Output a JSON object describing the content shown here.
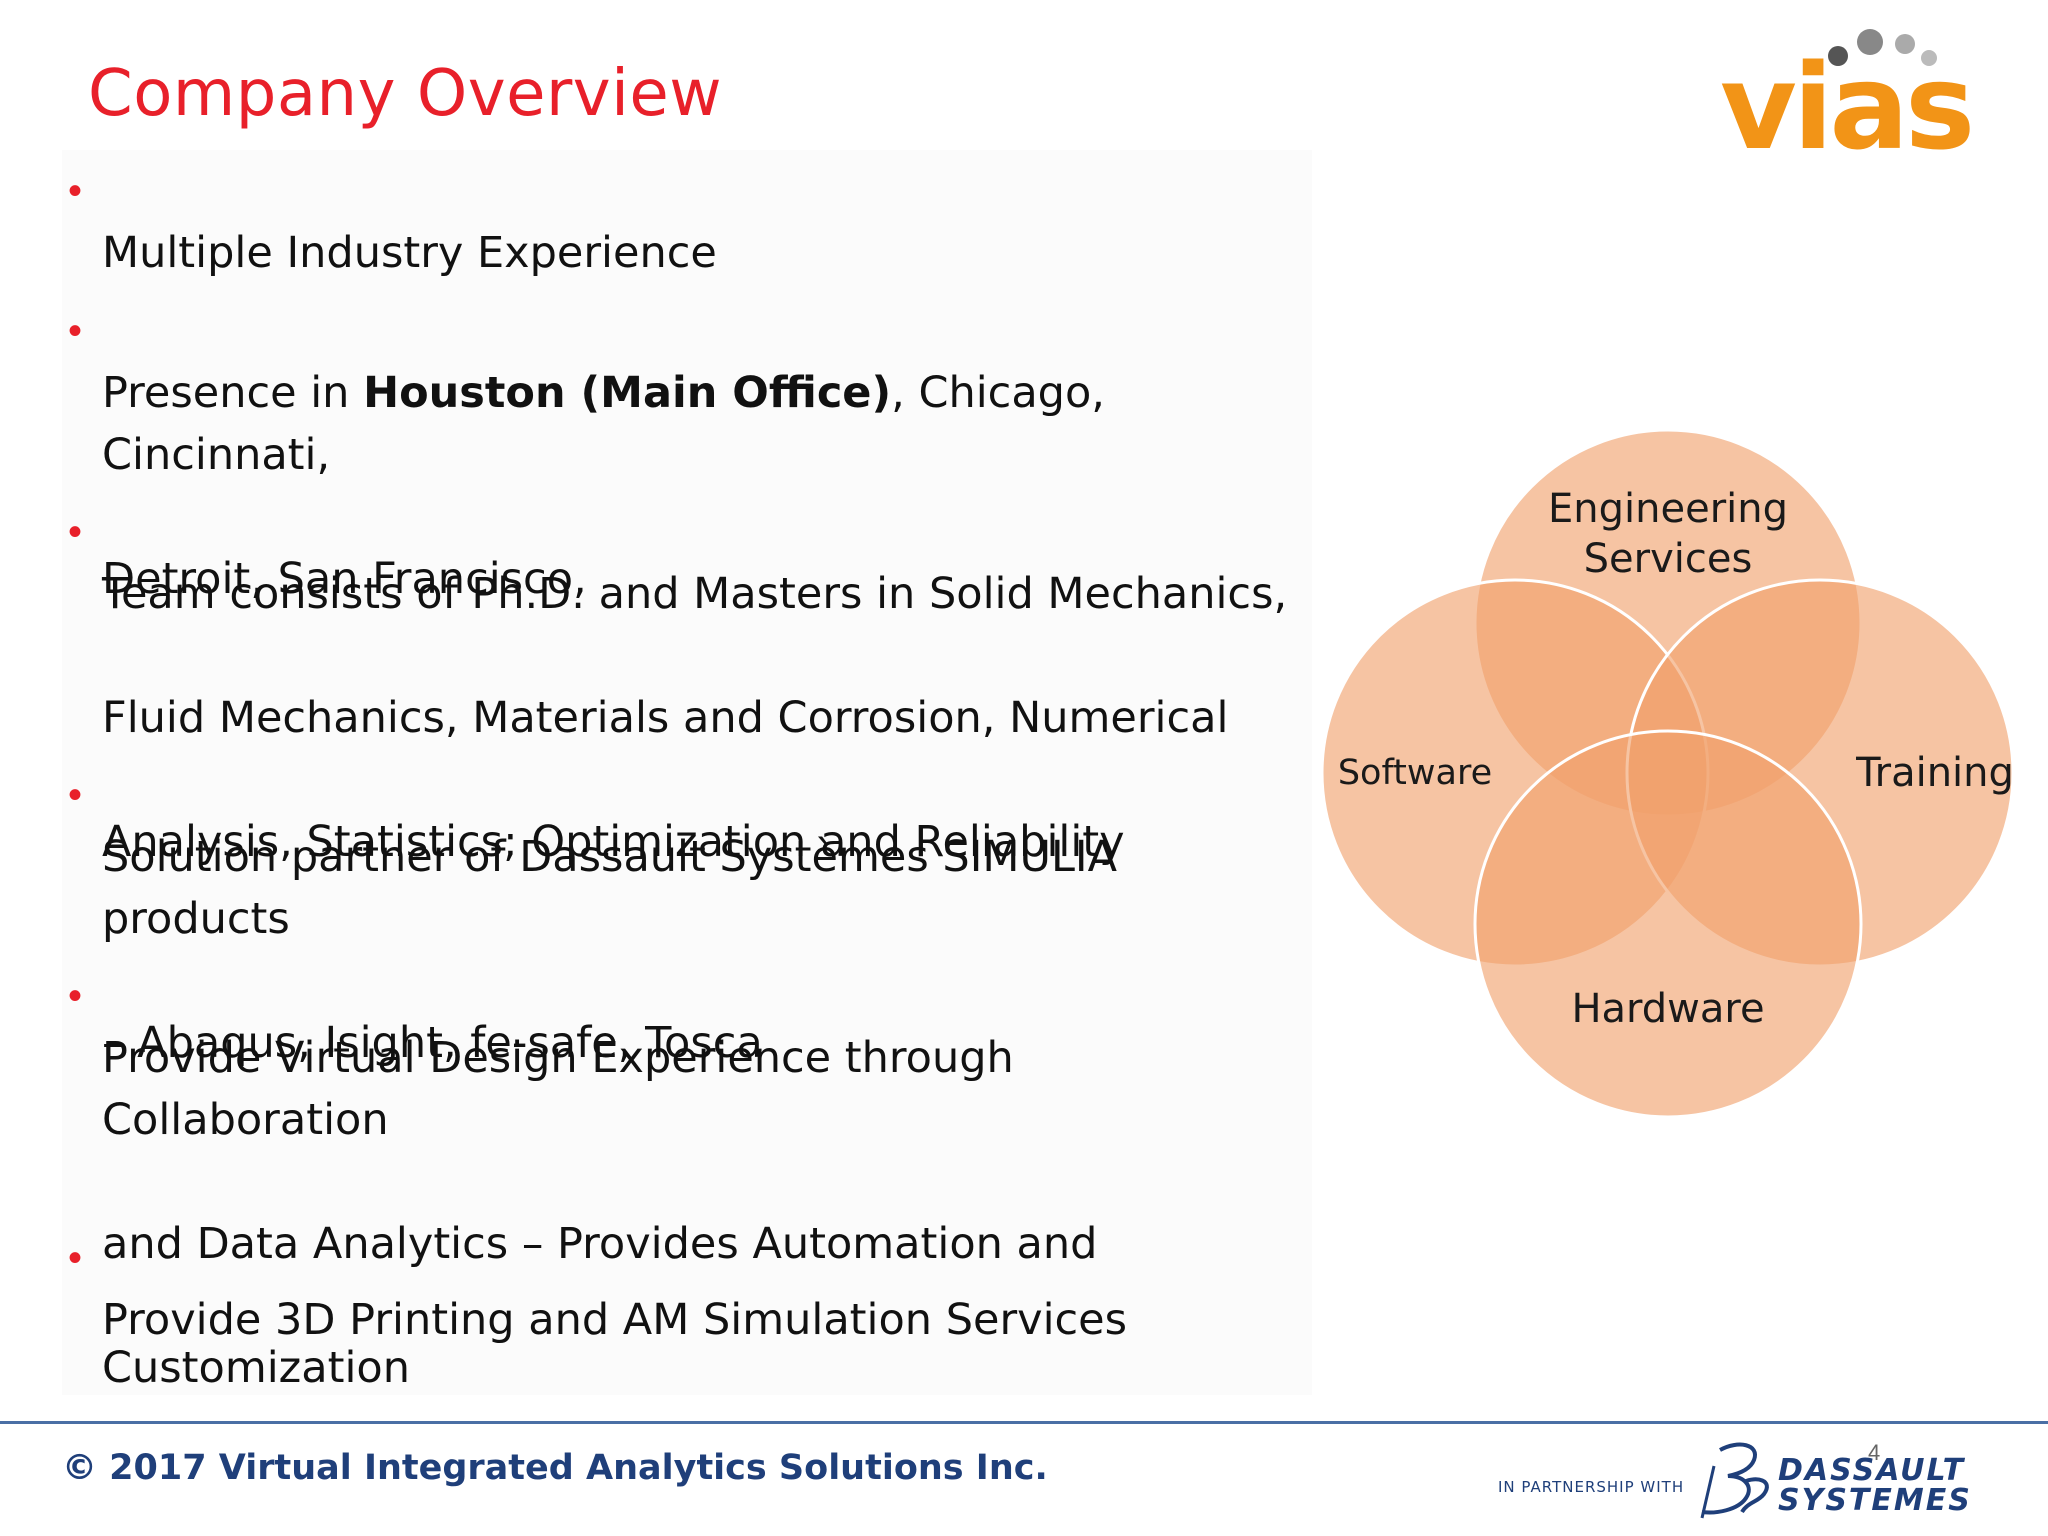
{
  "slide": {
    "title": "Company Overview",
    "bullets": [
      {
        "lines": [
          [
            {
              "text": "Multiple Industry Experience"
            }
          ]
        ]
      },
      {
        "lines": [
          [
            {
              "text": "Presence in "
            },
            {
              "text": "Houston (Main Office)",
              "bold": true
            },
            {
              "text": ", Chicago, Cincinnati,"
            }
          ],
          [
            {
              "text": "Detroit, San Francisco,"
            }
          ]
        ]
      },
      {
        "lines": [
          [
            {
              "text": "Team consists of Ph.D. and Masters in Solid Mechanics,"
            }
          ],
          [
            {
              "text": "Fluid Mechanics, Materials and Corrosion, Numerical"
            }
          ],
          [
            {
              "text": "Analysis, Statistics; Optimization and Reliability"
            }
          ]
        ]
      },
      {
        "lines": [
          [
            {
              "text": "Solution partner of Dassault Systèmes SIMULIA products"
            }
          ],
          [
            {
              "text": "– Abaqus, Isight, fe-safe, Tosca"
            }
          ]
        ]
      },
      {
        "lines": [
          [
            {
              "text": "Provide Virtual Design Experience through Collaboration"
            }
          ],
          [
            {
              "text": "and Data Analytics – Provides Automation and"
            }
          ],
          [
            {
              "text": "Customization"
            }
          ]
        ]
      },
      {
        "lines": [
          [
            {
              "text": "Provide 3D Printing and AM Simulation Services"
            }
          ]
        ]
      }
    ]
  },
  "logo": {
    "text": "vias",
    "color": "#f29417",
    "dot_colors": [
      "#555555",
      "#888888",
      "#aaaaaa",
      "#bbbbbb"
    ]
  },
  "venn": {
    "labels": {
      "top": [
        "Engineering",
        "Services"
      ],
      "left": "Software",
      "right": "Training",
      "bottom": "Hardware"
    },
    "fill_color": "#f0a06a"
  },
  "footer": {
    "copyright": "© 2017 Virtual Integrated Analytics Solutions Inc.",
    "partner_label": "IN PARTNERSHIP WITH",
    "partner_brand_line1": "DASSAULT",
    "partner_brand_line2": "SYSTEMES",
    "page_number": "4"
  },
  "colors": {
    "accent_red": "#e8202a",
    "footer_blue": "#1f3f7a",
    "rule_blue": "#4a6fa5"
  }
}
